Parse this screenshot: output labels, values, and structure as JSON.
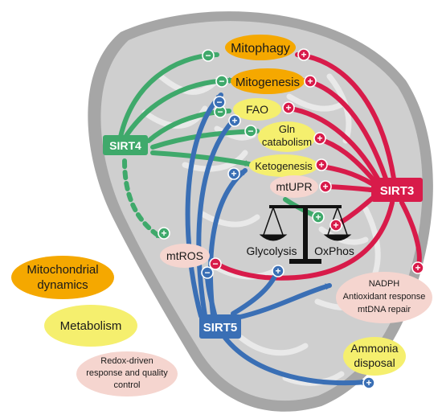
{
  "colors": {
    "sirt3": "#d81b4a",
    "sirt4": "#3fa96b",
    "sirt5": "#3a6fb5",
    "mito_dynamics": "#f5a800",
    "metabolism": "#f5ef6e",
    "redox": "#f5d5cf",
    "mito_body": "#cfcfcf",
    "mito_shadow": "#a6a6a6"
  },
  "sirtuins": {
    "sirt3": "SIRT3",
    "sirt4": "SIRT4",
    "sirt5": "SIRT5"
  },
  "processes": {
    "mitophagy": "Mitophagy",
    "mitogenesis": "Mitogenesis",
    "fao": "FAO",
    "gln_line1": "Gln",
    "gln_line2": "catabolism",
    "ketogenesis": "Ketogenesis",
    "mtupr": "mtUPR",
    "mtros": "mtROS",
    "nadph_line1": "NADPH",
    "nadph_line2": "Antioxidant response",
    "nadph_line3": "mtDNA repair",
    "ammonia_line1": "Ammonia",
    "ammonia_line2": "disposal"
  },
  "balance": {
    "glycolysis": "Glycolysis",
    "oxphos": "OxPhos"
  },
  "legend": {
    "dynamics_line1": "Mitochondrial",
    "dynamics_line2": "dynamics",
    "metabolism": "Metabolism",
    "redox_line1": "Redox-driven",
    "redox_line2": "response and quality",
    "redox_line3": "control"
  },
  "signs": {
    "plus": "+",
    "minus": "−"
  }
}
